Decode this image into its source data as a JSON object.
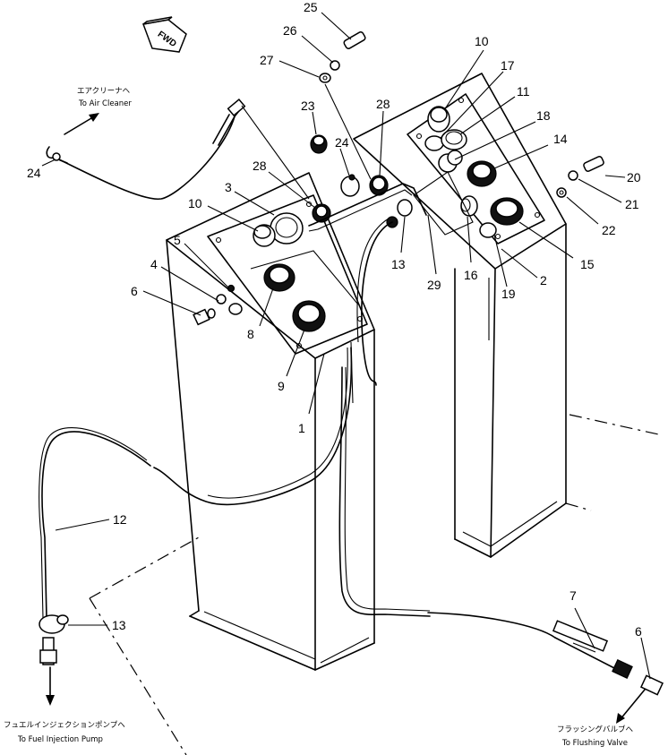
{
  "orientation_marker": {
    "label": "FWD"
  },
  "callouts": {
    "top_25": "25",
    "top_26": "26",
    "top_27": "27",
    "left_24": "24",
    "c23": "23",
    "c24_center": "24",
    "c28_top": "28",
    "c28_left": "28",
    "c3": "3",
    "c10_left": "10",
    "c5": "5",
    "c4": "4",
    "c6_left": "6",
    "c8": "8",
    "c9": "9",
    "c1": "1",
    "c13_center": "13",
    "c29": "29",
    "c16": "16",
    "c19": "19",
    "c2": "2",
    "c15": "15",
    "c10_right": "10",
    "c17": "17",
    "c11": "11",
    "c18": "18",
    "c14": "14",
    "c20": "20",
    "c21": "21",
    "c22": "22",
    "c12": "12",
    "c13_bottom": "13",
    "c7": "7",
    "c6_right": "6"
  },
  "captions": {
    "air_cleaner_jp": "エアクリーナヘ",
    "air_cleaner_en": "To Air Cleaner",
    "fuel_pump_jp": "フュエルインジェクションポンプへ",
    "fuel_pump_en": "To Fuel Injection Pump",
    "flushing_jp": "フラッシングバルブへ",
    "flushing_en": "To Flushing Valve"
  }
}
